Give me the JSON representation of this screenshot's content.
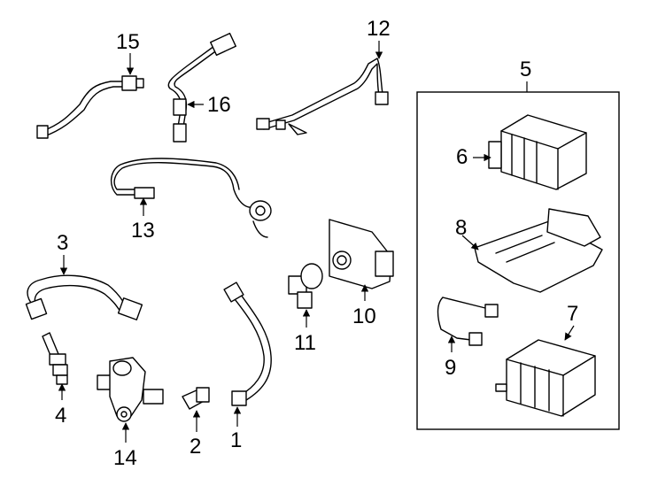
{
  "callouts": {
    "c1": "1",
    "c2": "2",
    "c3": "3",
    "c4": "4",
    "c5": "5",
    "c6": "6",
    "c7": "7",
    "c8": "8",
    "c9": "9",
    "c10": "10",
    "c11": "11",
    "c12": "12",
    "c13": "13",
    "c14": "14",
    "c15": "15",
    "c16": "16"
  },
  "colors": {
    "ink": "#000000",
    "background": "#ffffff"
  }
}
